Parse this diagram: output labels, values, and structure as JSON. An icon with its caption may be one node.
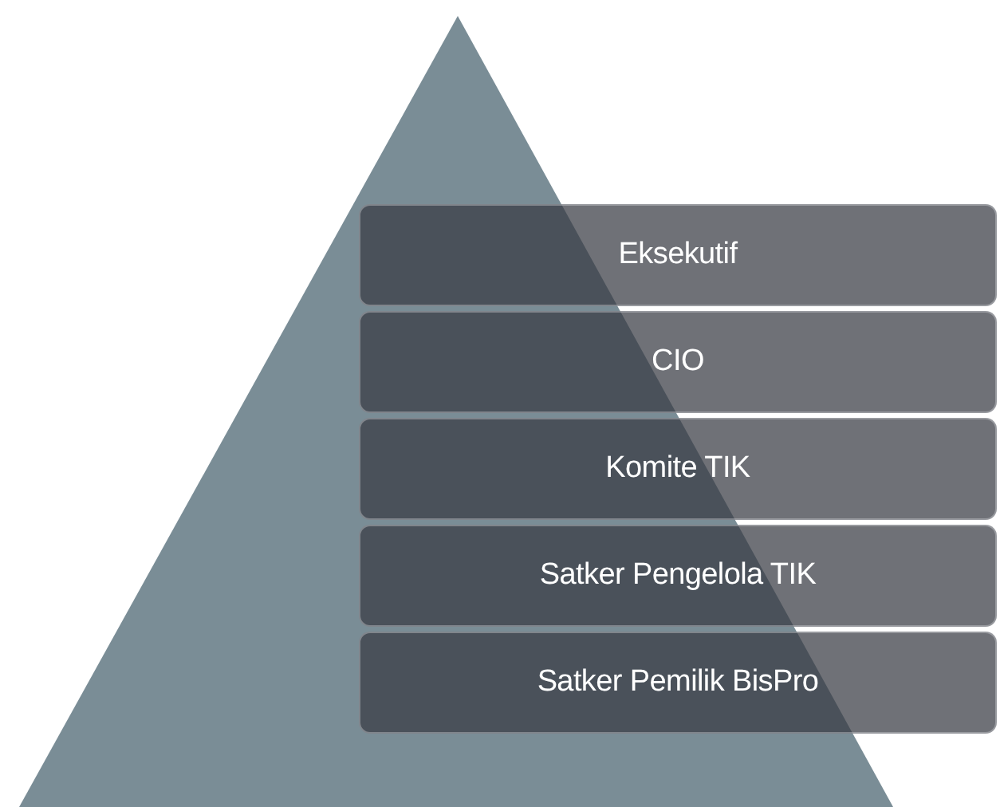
{
  "diagram": {
    "nodes": [
      {
        "text": [
          "Eksekutif"
        ]
      },
      {
        "text": [
          "CIO"
        ]
      },
      {
        "text": [
          "Komite TIK"
        ]
      },
      {
        "text": [
          "Satker Pengelola TIK"
        ]
      },
      {
        "text": [
          "Satker Pemilik BisPro"
        ]
      }
    ]
  }
}
